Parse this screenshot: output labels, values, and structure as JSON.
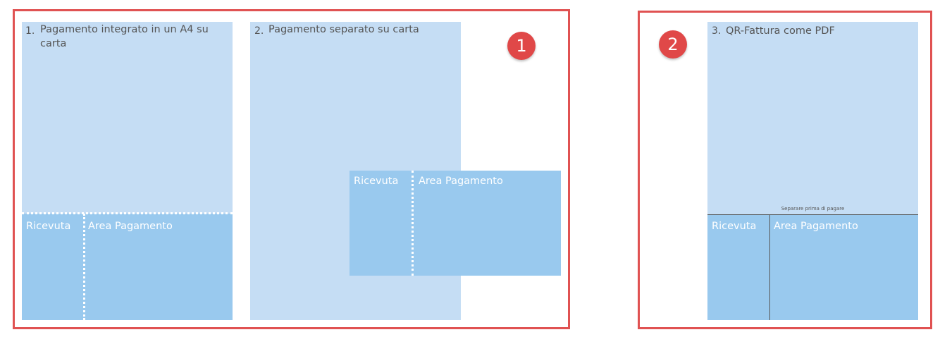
{
  "group1": {
    "badge": "1",
    "option1": {
      "number": "1.",
      "title": "Pagamento integrato in un A4 su carta",
      "receipt_label": "Ricevuta",
      "payment_label": "Area Pagamento"
    },
    "option2": {
      "number": "2.",
      "title": "Pagamento separato su carta",
      "receipt_label": "Ricevuta",
      "payment_label": "Area Pagamento"
    }
  },
  "group2": {
    "badge": "2",
    "option3": {
      "number": "3.",
      "title": "QR-Fattura come PDF",
      "separator_text": "Separare prima di pagare",
      "receipt_label": "Ricevuta",
      "payment_label": "Area Pagamento"
    }
  },
  "colors": {
    "frame": "#e05252",
    "badge": "#e04848",
    "page": "#c5ddf4",
    "slip": "#99c9ee"
  }
}
